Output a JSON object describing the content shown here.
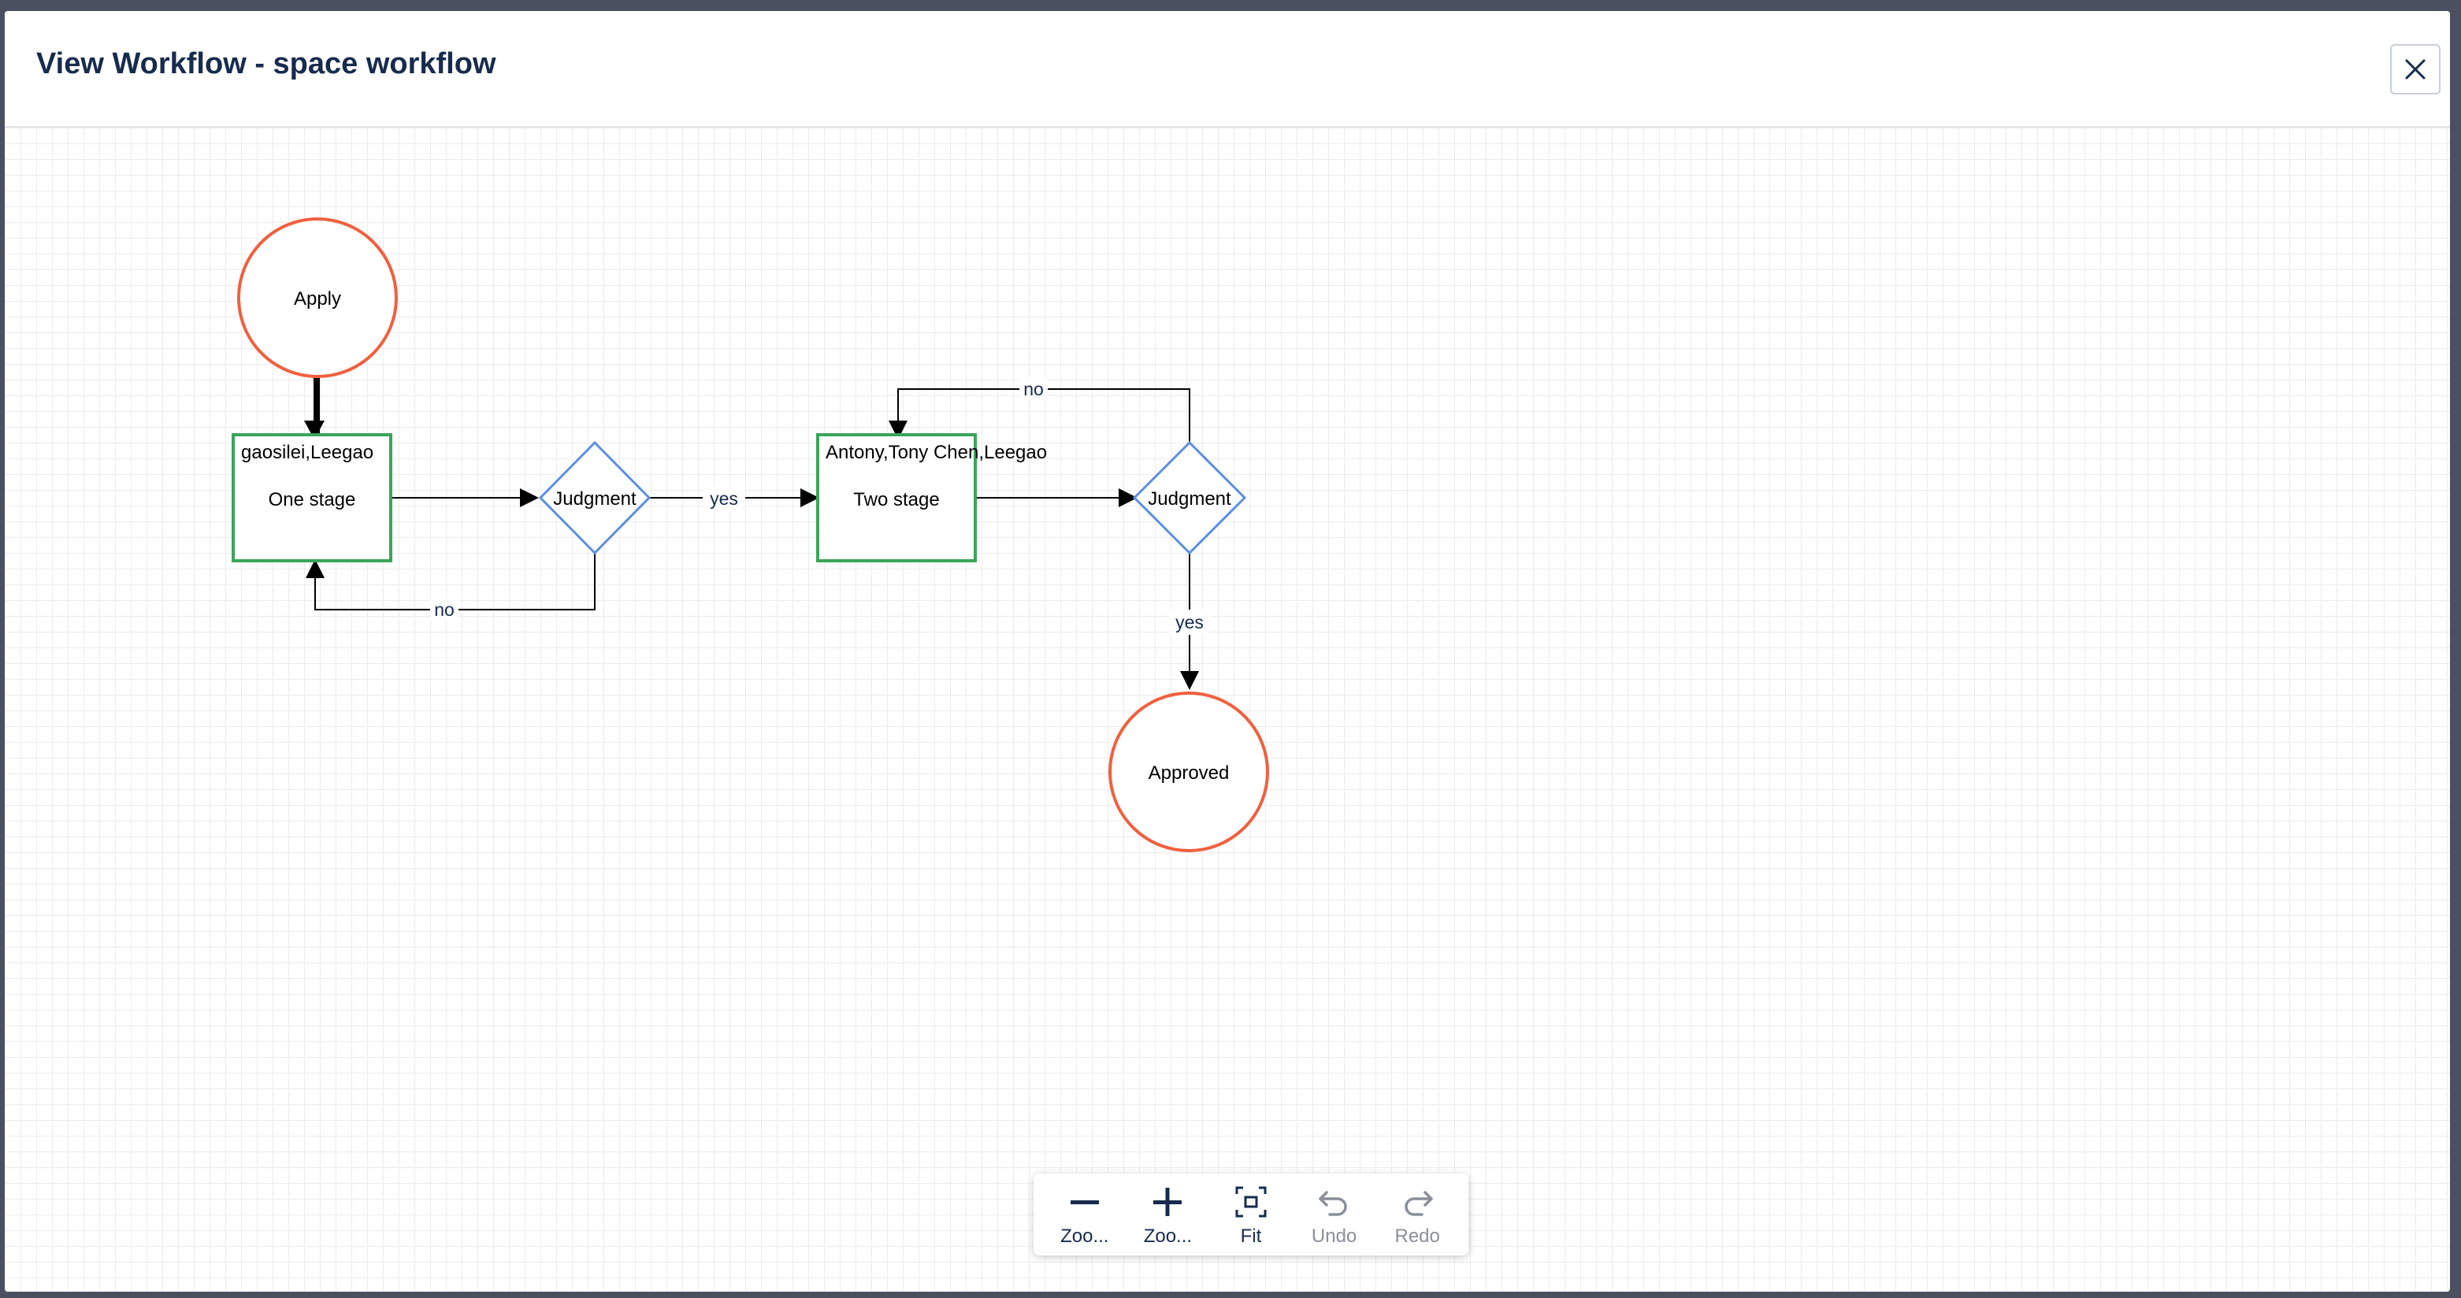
{
  "modal": {
    "title": "View Workflow - space workflow"
  },
  "diagram": {
    "nodes": {
      "apply": {
        "label": "Apply"
      },
      "stage1": {
        "assignees": "gaosilei,Leegao",
        "label": "One stage"
      },
      "judgment1": {
        "label": "Judgment"
      },
      "stage2": {
        "assignees": "Antony,Tony Chen,Leegao",
        "label": "Two stage"
      },
      "judgment2": {
        "label": "Judgment"
      },
      "approved": {
        "label": "Approved"
      }
    },
    "edges": {
      "j1_yes": "yes",
      "j1_no": "no",
      "j2_no": "no",
      "j2_yes": "yes"
    },
    "colors": {
      "start_end": "#f0603f",
      "stage": "#3aa55a",
      "decision": "#5b8fe0",
      "edge": "#000000"
    }
  },
  "toolbar": {
    "zoom_out": "Zoo...",
    "zoom_in": "Zoo...",
    "fit": "Fit",
    "undo": "Undo",
    "redo": "Redo"
  },
  "icons": {
    "close": "close-icon",
    "zoom_out": "minus-icon",
    "zoom_in": "plus-icon",
    "fit": "fit-screen-icon",
    "undo": "undo-icon",
    "redo": "redo-icon"
  }
}
